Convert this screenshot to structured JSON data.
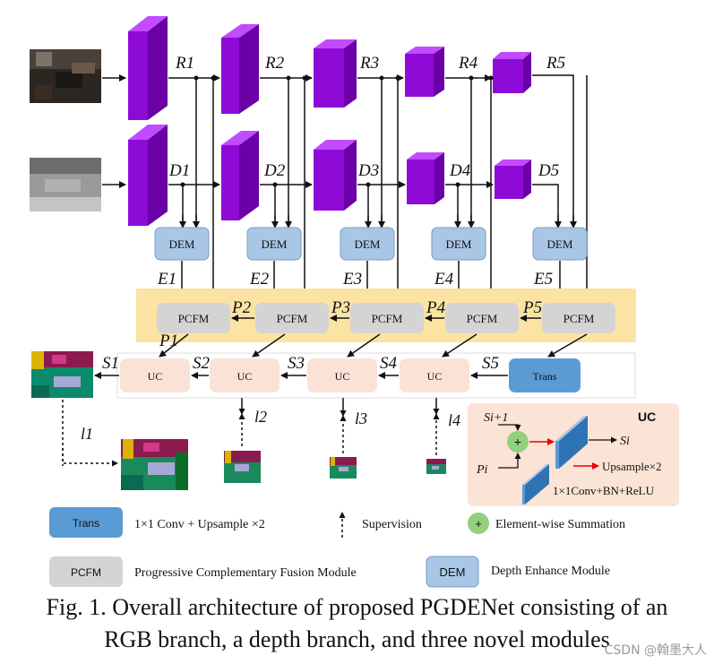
{
  "branches": {
    "rgb_labels": [
      "R1",
      "R2",
      "R3",
      "R4",
      "R5"
    ],
    "depth_labels": [
      "D1",
      "D2",
      "D3",
      "D4",
      "D5"
    ],
    "enhance_labels": [
      "E1",
      "E2",
      "E3",
      "E4",
      "E5"
    ],
    "fusion_labels": [
      "P1",
      "P2",
      "P3",
      "P4",
      "P5"
    ],
    "side_labels": [
      "S1",
      "S2",
      "S3",
      "S4",
      "S5"
    ],
    "loss_labels": [
      "l1",
      "l2",
      "l3",
      "l4"
    ]
  },
  "modules": {
    "dem": "DEM",
    "pcfm": "PCFM",
    "uc": "UC",
    "trans": "Trans"
  },
  "uc_detail": {
    "title": "UC",
    "input_top": "Si+1",
    "input_bottom": "Pi",
    "output": "Si",
    "plus": "+",
    "upsample": "Upsample×2",
    "conv": "1×1Conv+BN+ReLU"
  },
  "legend": {
    "trans_box": "Trans",
    "trans_desc": "1×1 Conv + Upsample ×2",
    "supervision": "Supervision",
    "summation_icon": "+",
    "summation": "Element-wise Summation",
    "pcfm_box": "PCFM",
    "pcfm_desc": "Progressive Complementary Fusion Module",
    "dem_box": "DEM",
    "dem_desc": "Depth Enhance Module"
  },
  "caption": {
    "line1": "Fig. 1. Overall architecture of proposed PGDENet consisting of an",
    "line2": "RGB branch, a depth branch, and three novel modules"
  },
  "watermark": "CSDN @翰墨大人",
  "colors": {
    "cube_front": "#8e0ad6",
    "cube_top": "#c24bff",
    "cube_side": "#6a00a6",
    "dem_fill": "#a9c6e6",
    "pcfm_fill": "#d4d4d4",
    "pcfm_band": "#fbe3a4",
    "uc_fill": "#fbe2d6",
    "trans_fill": "#5b9bd5",
    "uc_panel": "#fbe3d6",
    "sum_circle": "#92d07e"
  }
}
